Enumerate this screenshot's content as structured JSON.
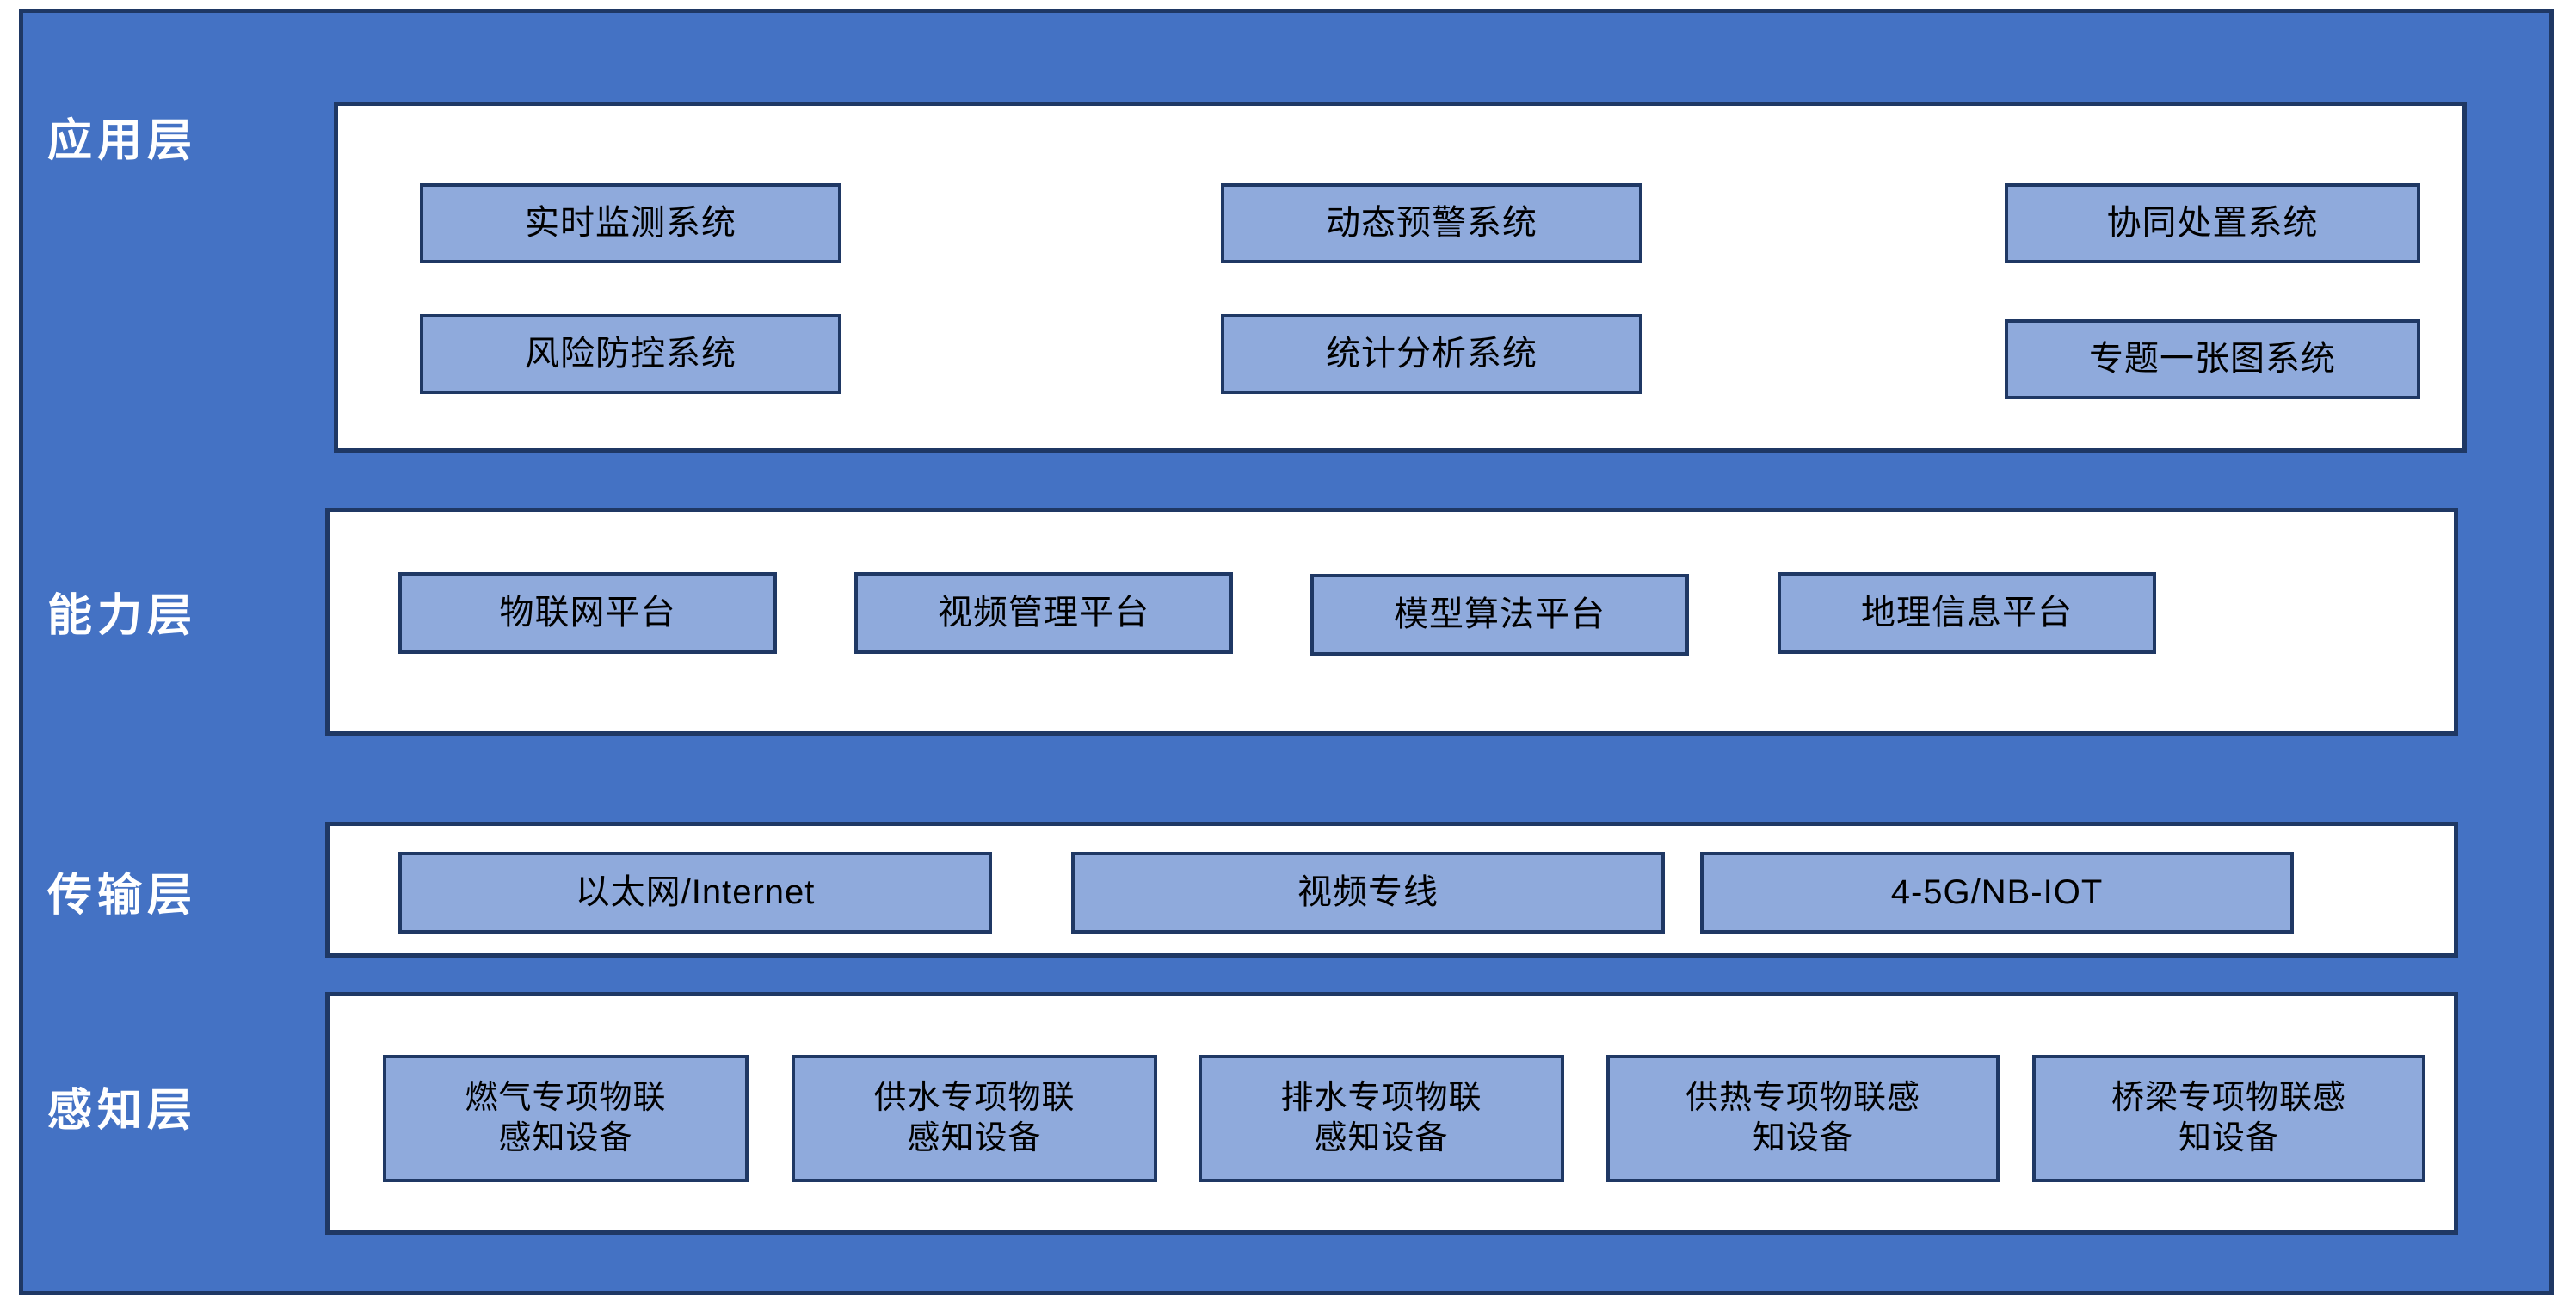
{
  "diagram": {
    "title_colors": {
      "frame_fill": "#4472C4",
      "frame_border": "#1F3864",
      "panel_fill": "#FFFFFF",
      "box_fill": "#8FAADC",
      "box_border": "#1F3864",
      "label_text": "#FFFFFF",
      "box_text": "#000000"
    },
    "layers": [
      {
        "key": "application",
        "label": "应用层",
        "items": [
          {
            "text": "实时监测系统"
          },
          {
            "text": "动态预警系统"
          },
          {
            "text": "协同处置系统"
          },
          {
            "text": "风险防控系统"
          },
          {
            "text": "统计分析系统"
          },
          {
            "text": "专题一张图系统"
          }
        ]
      },
      {
        "key": "capability",
        "label": "能力层",
        "items": [
          {
            "text": "物联网平台"
          },
          {
            "text": "视频管理平台"
          },
          {
            "text": "模型算法平台"
          },
          {
            "text": "地理信息平台"
          }
        ]
      },
      {
        "key": "transport",
        "label": "传输层",
        "items": [
          {
            "text": "以太网/Internet"
          },
          {
            "text": "视频专线"
          },
          {
            "text": "4-5G/NB-IOT"
          }
        ]
      },
      {
        "key": "perception",
        "label": "感知层",
        "items": [
          {
            "text": "燃气专项物联\n感知设备"
          },
          {
            "text": "供水专项物联\n感知设备"
          },
          {
            "text": "排水专项物联\n感知设备"
          },
          {
            "text": "供热专项物联感\n知设备"
          },
          {
            "text": "桥梁专项物联感\n知设备"
          }
        ]
      }
    ]
  }
}
